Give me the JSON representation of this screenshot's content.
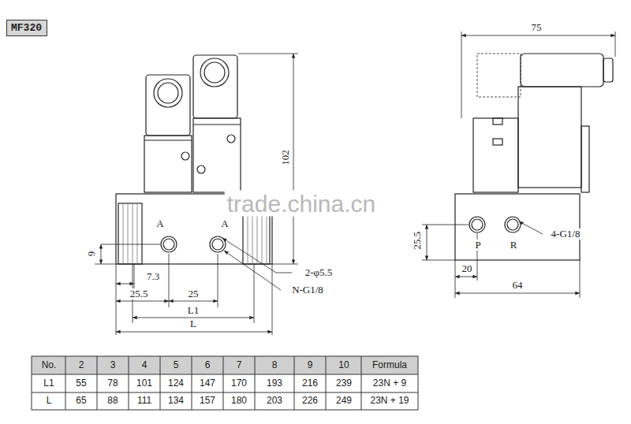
{
  "diagram": {
    "nodes": [
      {
        "text": [
          "MF320"
        ]
      }
    ],
    "labels": [
      "75",
      "102",
      "A",
      "A",
      "9",
      "25.5",
      "P",
      "R",
      "4-G1/8",
      "7.3",
      "2-φ5.5",
      "25.5",
      "25",
      "N-G1/8",
      "20",
      "64",
      "L1",
      "L",
      "trade.china.cn",
      "No.",
      "2",
      "3",
      "4",
      "5",
      "6",
      "7",
      "8",
      "9",
      "10",
      "Formula",
      "L1",
      "55",
      "78",
      "101",
      "124",
      "147",
      "170",
      "193",
      "216",
      "239",
      "23N + 9",
      "L",
      "65",
      "88",
      "111",
      "134",
      "157",
      "180",
      "203",
      "226",
      "249",
      "23N + 19"
    ]
  }
}
